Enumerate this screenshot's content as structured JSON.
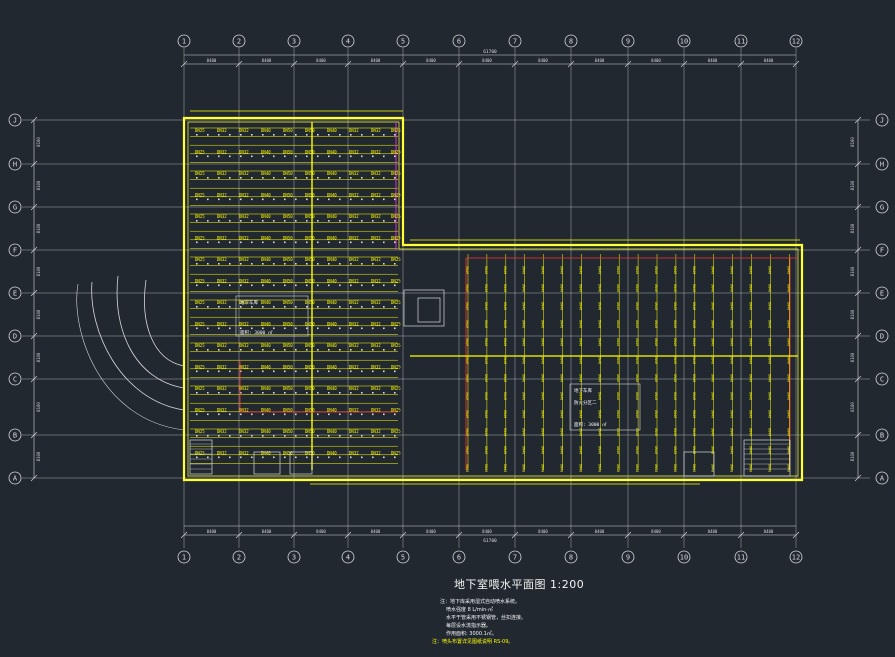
{
  "grid": {
    "columns": [
      "1",
      "2",
      "3",
      "4",
      "5",
      "6",
      "7",
      "8",
      "9",
      "10",
      "11",
      "12"
    ],
    "rows": [
      "J",
      "H",
      "G",
      "F",
      "E",
      "D",
      "C",
      "B",
      "A"
    ]
  },
  "dims": {
    "overall_top": "61700",
    "overall_bottom": "61700",
    "bay": [
      "8400",
      "8400",
      "8400",
      "8400",
      "8400",
      "8400",
      "8400",
      "8400",
      "8400",
      "8400",
      "8400"
    ],
    "left_sides": [
      "8100",
      "8100",
      "8100",
      "8100",
      "8100",
      "8100",
      "8100",
      "8100"
    ]
  },
  "pipe_labels": {
    "main": [
      "DN25",
      "DN32",
      "DN32",
      "DN40",
      "DN50",
      "DN50",
      "DN40",
      "DN32",
      "DN32",
      "DN25"
    ],
    "east": "DN40"
  },
  "room_notes": {
    "west_room": "地下车库",
    "west_area": "面积: 3000 ㎡",
    "east_a": "地下车库",
    "east_b": "防火分区二",
    "east_c": "面积: 3000 ㎡"
  },
  "title_block": {
    "title": "地下室喂水平面图 1:200",
    "notes": [
      "注：地下库采用湿式自动喷水系统。",
      "喷水强度 8 L/min·㎡",
      "水平干管采用不锈钢管，丝扣连接。",
      "每层设水流指示器。",
      "作用面积: 3000.1㎡。"
    ],
    "footnote": "注：喷头布置详见图纸说明 RS-09。"
  },
  "colors": {
    "background": "#212830",
    "grid_line": "#d9d9d9",
    "wall": "#ffff33",
    "pipe": "#ffff00",
    "pipe_red": "#ff3333",
    "magenta": "#ff33ff",
    "text_white": "#f5f5f5",
    "text_yellow": "#ffff00"
  }
}
